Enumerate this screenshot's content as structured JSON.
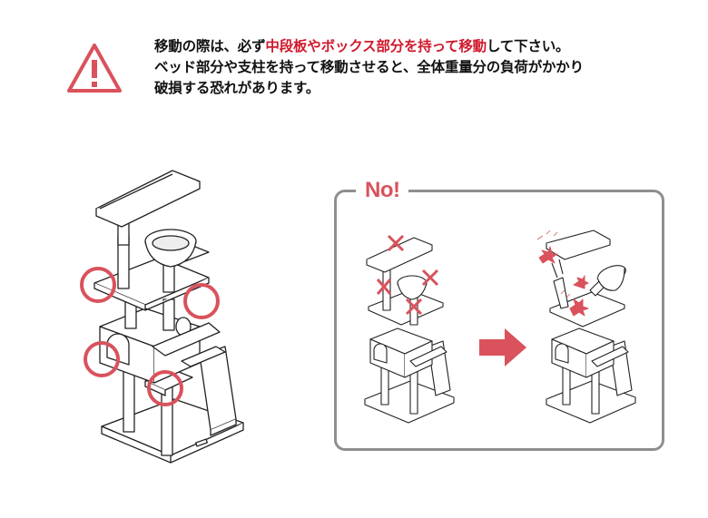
{
  "notice": {
    "line1_a": "移動の際は、必ず",
    "line1_highlight": "中段板やボックス部分を持って移動",
    "line1_b": "して下さい。",
    "line2": "ベッド部分や支柱を持って移動させると、全体重量分の負荷がかかり",
    "line3": "破損する恐れがあります。"
  },
  "no_panel": {
    "label": "No!"
  },
  "colors": {
    "accent": "#d9525c",
    "highlight_text": "#d0192c",
    "panel_border": "#8e8e8e",
    "line": "#222222"
  },
  "icons": [
    "warning-icon",
    "cross-mark-icon",
    "arrow-right-icon",
    "break-burst-icon"
  ]
}
